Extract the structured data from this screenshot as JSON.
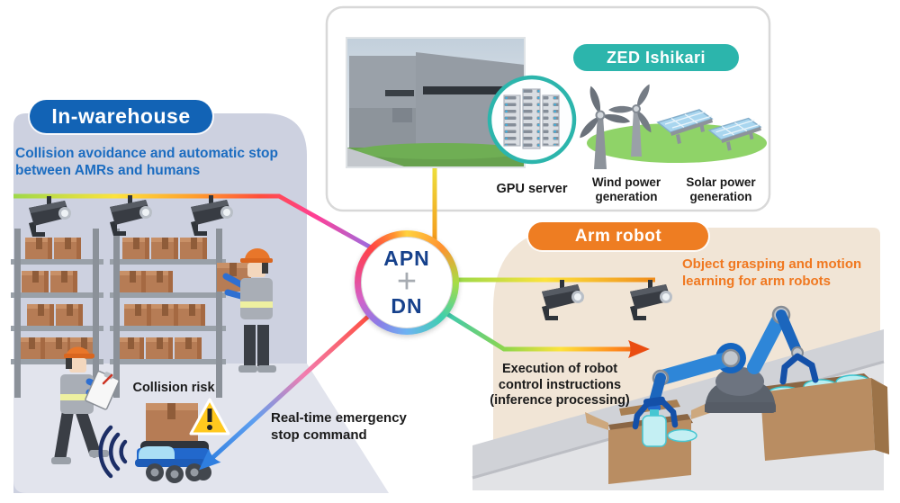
{
  "panels": {
    "warehouse": {
      "title": "In-warehouse",
      "description": "Collision avoidance and automatic stop between AMRs and humans",
      "collision_risk_label": "Collision risk",
      "stop_command_label": "Real-time emergency stop command",
      "accent_color": "#1263b5",
      "text_color": "#1b6cc0"
    },
    "zed_ishikari": {
      "title": "ZED Ishikari",
      "gpu_server_label": "GPU server",
      "wind_power_label": "Wind power generation",
      "solar_power_label": "Solar power generation",
      "accent_color": "#2cb5ac"
    },
    "arm_robot": {
      "title": "Arm robot",
      "description": "Object grasping and motion learning for arm robots",
      "execution_label": "Execution of robot control instructions (inference processing)",
      "accent_color": "#ee7d22"
    }
  },
  "network_node": {
    "primary_label": "APN",
    "connector": "+",
    "secondary_label": "DN",
    "text_color": "#16418c"
  },
  "icons": {
    "security_camera": "surveillance camera pictogram",
    "gpu_server": "server racks in teal circle",
    "wind_turbine": "wind turbine pictogram",
    "solar_panel": "solar panel pictogram",
    "warning": "yellow exclamation triangle",
    "amr_robot": "autonomous mobile robot with box",
    "arm_robot": "blue industrial robot arms",
    "worker": "warehouse worker pictogram",
    "data_center": "data center building photo"
  },
  "link_colors": {
    "rainbow_line": [
      "#9ed84a",
      "#fde33c",
      "#ff9e2c",
      "#ff4e3d",
      "#ff3f96",
      "#9d6ce0"
    ],
    "gpu_line": [
      "#ece43e",
      "#f59a1c"
    ],
    "camera_line": [
      "#98d94a",
      "#f08c1c"
    ],
    "arm_line": [
      "#3ec9b0",
      "#ea4d12"
    ],
    "emergency_line": [
      "#ff4e3d",
      "#2f7fe0"
    ]
  }
}
